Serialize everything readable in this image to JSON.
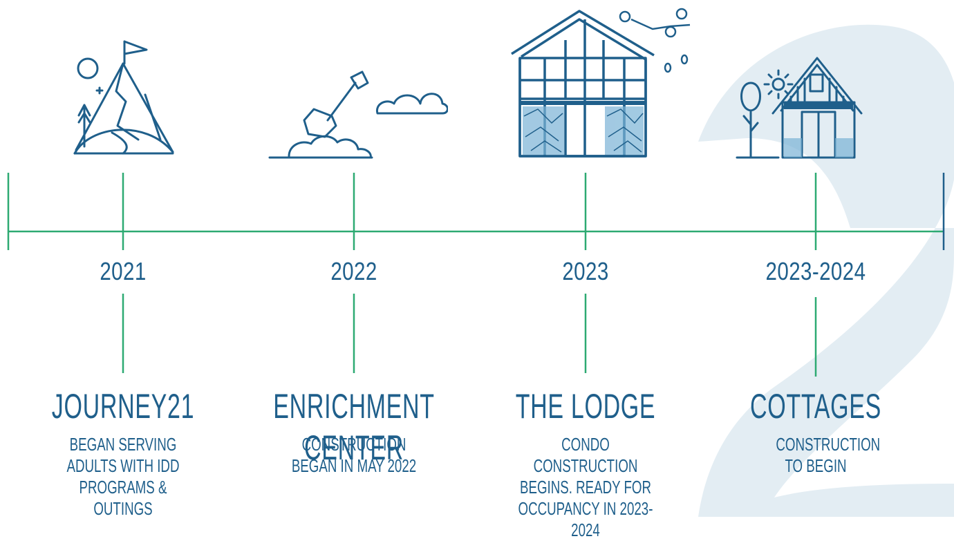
{
  "colors": {
    "accent_line": "#2daa72",
    "text": "#1f5f8b",
    "background_glyph": "#e3edf3"
  },
  "milestones": [
    {
      "year": "2021",
      "title": "JOURNEY21",
      "description": "BEGAN SERVING ADULTS WITH IDD PROGRAMS & OUTINGS",
      "icon": "mountain-flag-icon"
    },
    {
      "year": "2022",
      "title": "ENRICHMENT CENTER",
      "description": "CONSTRUCTION BEGAN IN MAY 2022",
      "icon": "shovel-dirt-icon"
    },
    {
      "year": "2023",
      "title": "THE LODGE",
      "description": "CONDO CONSTRUCTION BEGINS. READY FOR OCCUPANCY IN 2023-2024",
      "icon": "lodge-building-icon"
    },
    {
      "year": "2023-2024",
      "title": "COTTAGES",
      "description": "CONSTRUCTION TO BEGIN",
      "icon": "cottage-house-icon"
    }
  ]
}
